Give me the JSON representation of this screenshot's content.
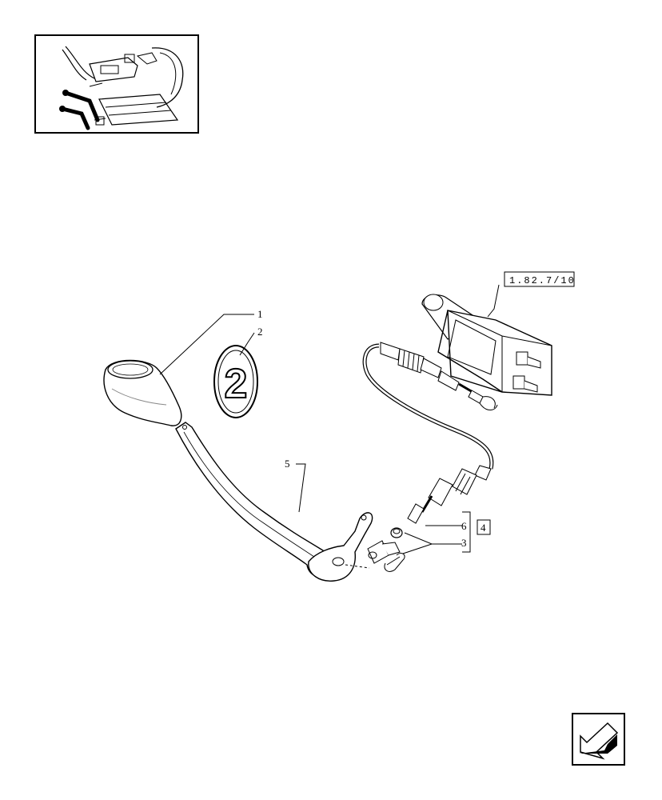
{
  "callouts": {
    "c1": "1",
    "c2": "2",
    "c5": "5",
    "c6": "6",
    "c3": "3",
    "c4": "4"
  },
  "badge_number": "2",
  "reference_box": "1.82.7/10",
  "icons": {
    "thumbnail": "tractor-cab-lever-location-thumbnail",
    "nav": "arrow-back-icon"
  }
}
